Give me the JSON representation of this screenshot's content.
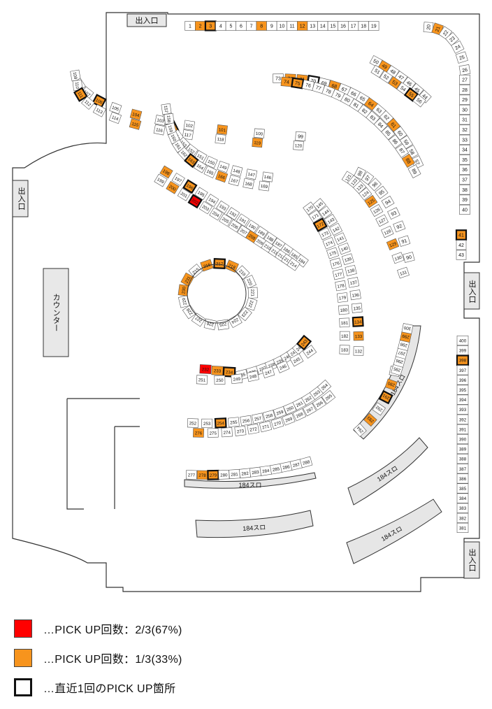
{
  "labels": {
    "entrance_top": "出入口",
    "entrance_left": "出入口",
    "entrance_right_mid": "出入口",
    "entrance_right_bottom": "出入口",
    "counter": "カウンター",
    "slot_group_a": "184スロ",
    "slot_group_b": "184スロ",
    "slot_group_c": "184スロ",
    "slot_group_d": "184スロ",
    "slot_group_e": "184スロ"
  },
  "legend": {
    "red": "…PICK UP回数：2/3(67%)",
    "orange": "…PICK UP回数：1/3(33%)",
    "box": "…直近1回のPICK UP箇所"
  },
  "colors": {
    "red": "#ff0000",
    "orange": "#f7941d",
    "plain": "#ffffff",
    "outline": "#111111"
  },
  "highlights": {
    "red": [
      202,
      232
    ],
    "orange": [
      2,
      3,
      8,
      12,
      21,
      41,
      49,
      53,
      55,
      61,
      64,
      68,
      71,
      72,
      74,
      75,
      88,
      101,
      104,
      106,
      111,
      115,
      119,
      125,
      129,
      133,
      134,
      155,
      163,
      166,
      172,
      196,
      198,
      200,
      208,
      216,
      217,
      218,
      230,
      231,
      233,
      234,
      243,
      254,
      276,
      278,
      279,
      290,
      291,
      293,
      299,
      398
    ],
    "boxed": [
      3,
      41,
      55,
      70,
      75,
      106,
      111,
      134,
      155,
      163,
      172,
      196,
      202,
      217,
      234,
      243,
      254,
      279,
      291,
      398
    ]
  },
  "rows": [
    {
      "id": "row-1-19",
      "nums": [
        1,
        2,
        3,
        4,
        5,
        6,
        7,
        8,
        9,
        10,
        11,
        12,
        13,
        14,
        15,
        16,
        17,
        18,
        19
      ]
    },
    {
      "id": "row-20-43",
      "nums": [
        20,
        21,
        22,
        23,
        24,
        25,
        26,
        27,
        28,
        29,
        30,
        31,
        32,
        33,
        34,
        35,
        36,
        37,
        38,
        39,
        40,
        41,
        42,
        43
      ]
    },
    {
      "id": "row-44-50",
      "nums": [
        44,
        45,
        46,
        47,
        48,
        49,
        50
      ]
    },
    {
      "id": "row-51-56",
      "nums": [
        51,
        52,
        53,
        54,
        55,
        56
      ]
    },
    {
      "id": "row-57-73",
      "nums": [
        57,
        58,
        59,
        60,
        61,
        62,
        63,
        64,
        65,
        66,
        67,
        68,
        69,
        70,
        71,
        72,
        73
      ]
    },
    {
      "id": "row-74-89",
      "nums": [
        74,
        75,
        76,
        77,
        78,
        79,
        80,
        81,
        82,
        83,
        84,
        85,
        86,
        87,
        88,
        89
      ]
    },
    {
      "id": "row-90-98",
      "nums": [
        90,
        91,
        92,
        93,
        94,
        95,
        96,
        97,
        98
      ]
    },
    {
      "id": "row-99-109",
      "nums": [
        99,
        100,
        101,
        102,
        103,
        104,
        105,
        106,
        107,
        108,
        109
      ]
    },
    {
      "id": "row-110-120",
      "nums": [
        110,
        111,
        112,
        113,
        114,
        115,
        116,
        117,
        118,
        119,
        120
      ]
    },
    {
      "id": "row-121-131",
      "nums": [
        121,
        122,
        123,
        124,
        125,
        126,
        127,
        128,
        129,
        130,
        131
      ]
    },
    {
      "id": "row-132-145",
      "nums": [
        132,
        133,
        134,
        135,
        136,
        137,
        138,
        139,
        140,
        141,
        142,
        143,
        144,
        145
      ]
    },
    {
      "id": "row-146-157",
      "nums": [
        146,
        147,
        148,
        149,
        150,
        151,
        152,
        153,
        154,
        155,
        156,
        157
      ]
    },
    {
      "id": "row-158-169",
      "nums": [
        158,
        159,
        160,
        161,
        162,
        163,
        164,
        165,
        166,
        167,
        168,
        169
      ]
    },
    {
      "id": "row-170-183",
      "nums": [
        170,
        171,
        172,
        173,
        174,
        175,
        176,
        177,
        178,
        179,
        180,
        181,
        182,
        183
      ]
    },
    {
      "id": "row-184-198",
      "nums": [
        184,
        185,
        186,
        187,
        188,
        189,
        190,
        191,
        192,
        193,
        194,
        195,
        196,
        197,
        198
      ]
    },
    {
      "id": "row-199-214",
      "nums": [
        199,
        200,
        201,
        202,
        203,
        204,
        205,
        206,
        207,
        208,
        209,
        210,
        211,
        212,
        213,
        214
      ]
    },
    {
      "id": "row-235-243",
      "nums": [
        235,
        236,
        237,
        238,
        239,
        240,
        241,
        242,
        243
      ]
    },
    {
      "id": "row-232-234",
      "nums": [
        232,
        233,
        234
      ]
    },
    {
      "id": "row-244-251",
      "nums": [
        244,
        245,
        246,
        247,
        248,
        249,
        250,
        251
      ]
    },
    {
      "id": "row-252-264",
      "nums": [
        252,
        253,
        254,
        255,
        256,
        257,
        258,
        259,
        260,
        261,
        262,
        263,
        264
      ]
    },
    {
      "id": "row-265-276",
      "nums": [
        265,
        266,
        267,
        268,
        269,
        270,
        271,
        272,
        273,
        274,
        275,
        276
      ]
    },
    {
      "id": "row-277-288",
      "nums": [
        277,
        278,
        279,
        280,
        281,
        282,
        283,
        284,
        285,
        286,
        287,
        288
      ]
    },
    {
      "id": "row-289-294",
      "nums": [
        289,
        290,
        291,
        292,
        293,
        294
      ]
    },
    {
      "id": "row-295-300",
      "nums": [
        295,
        296,
        297,
        298,
        299,
        300
      ]
    },
    {
      "id": "row-381-400",
      "nums": [
        381,
        382,
        383,
        384,
        385,
        386,
        387,
        388,
        389,
        390,
        391,
        392,
        393,
        394,
        395,
        396,
        397,
        398,
        399,
        400
      ]
    }
  ],
  "ring": {
    "id": "ring-215-229",
    "nums": [
      215,
      216,
      217,
      218,
      219,
      220,
      221,
      222,
      223,
      224,
      225,
      226,
      227,
      228,
      229,
      230,
      231
    ]
  }
}
